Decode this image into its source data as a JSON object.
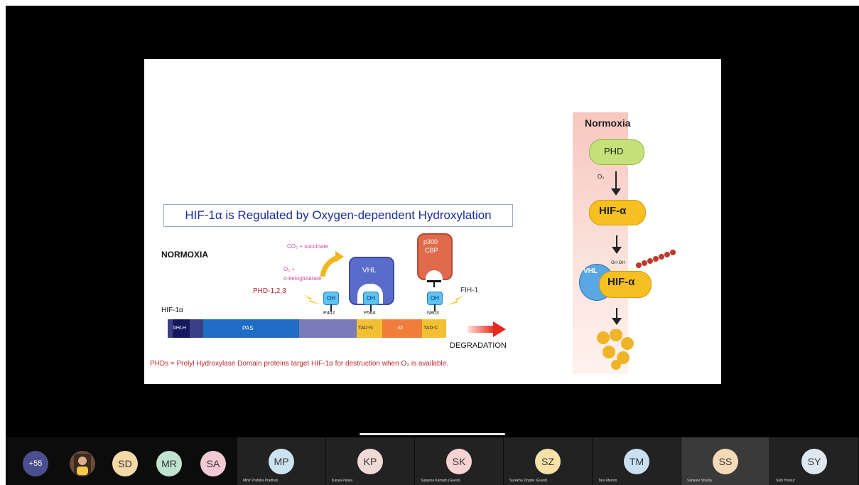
{
  "slide": {
    "title": "HIF-1α is Regulated by Oxygen-dependent Hydroxylation",
    "normoxia_label": "NORMOXIA",
    "hif_label": "HIF-1α",
    "co2_text": "CO₂ + succinate",
    "o2_text": "O₂ +",
    "akg_text": "α-ketoglutarate",
    "phd_label": "PHD-1,2,3",
    "vhl_label": "VHL",
    "p300_label": "p300",
    "cbp_label": "CBP",
    "fih_label": "FIH-1",
    "oh_label": "OH",
    "p402": "P402",
    "p564": "P564",
    "n803": "N803",
    "domains": {
      "bhlh": "bHLH",
      "pas": "PAS",
      "tad_n": "TAD-N",
      "id": "ID",
      "tad_c": "TAD-C"
    },
    "degradation": "DEGRADATION",
    "footnote": "PHDs = Prolyl Hydroxylase Domain proteins target HIF-1α for destruction when O₂ is available."
  },
  "side_panel": {
    "title": "Normoxia",
    "phd": "PHD",
    "o2": "O₂",
    "hif": "HIF-α",
    "vhl": "VHL",
    "oh_pair": "OH OH",
    "hif_bound": "HIF-α"
  },
  "participants": {
    "overflow": "+55",
    "avatars": [
      {
        "initials": "SD",
        "color": "#f4d9a8"
      },
      {
        "initials": "MR",
        "color": "#bfe3cf"
      },
      {
        "initials": "SA",
        "color": "#f4c9d6"
      }
    ],
    "tiles": [
      {
        "initials": "MP",
        "name": "Mihir Prafulla Pradhan",
        "color": "#cde3f0"
      },
      {
        "initials": "KP",
        "name": "Kavya Patwa",
        "color": "#f1dad6"
      },
      {
        "initials": "SK",
        "name": "Suparna Kamath (Guest)",
        "color": "#f8d3d3"
      },
      {
        "initials": "SZ",
        "name": "Surekha Zingde (Guest)",
        "color": "#f6e2a8"
      },
      {
        "initials": "TM",
        "name": "Tara Menon",
        "color": "#c9e0f3"
      },
      {
        "initials": "SS",
        "name": "Sanjeev Shukla",
        "color": "#f6d9b6"
      },
      {
        "initials": "SY",
        "name": "Subi Yoosuf",
        "color": "#dde8f0"
      }
    ]
  },
  "colors": {
    "accent": "#1b2e9c",
    "overflow_badge": "#4b4f8f"
  }
}
